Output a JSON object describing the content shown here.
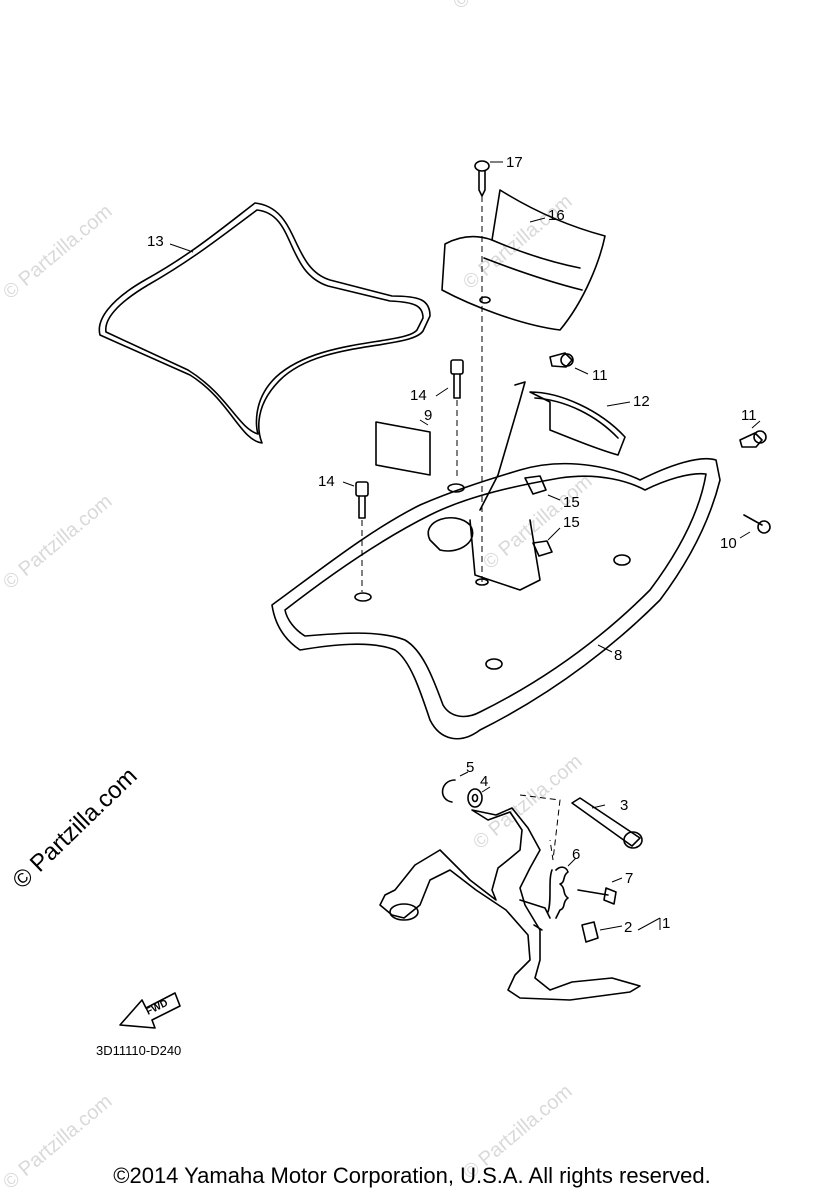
{
  "watermark": {
    "small": "© Partzilla.com",
    "large": "© Partzilla.com"
  },
  "callouts": {
    "c1": "1",
    "c2": "2",
    "c3": "3",
    "c4": "4",
    "c5": "5",
    "c6": "6",
    "c7": "7",
    "c8": "8",
    "c9": "9",
    "c10": "10",
    "c11a": "11",
    "c11b": "11",
    "c12": "12",
    "c13": "13",
    "c14a": "14",
    "c14b": "14",
    "c15a": "15",
    "c15b": "15",
    "c16": "16",
    "c17": "17"
  },
  "fwd_label": "FWD",
  "diagram_code": "3D11110-D240",
  "copyright": "©2014 Yamaha Motor Corporation, U.S.A. All rights reserved."
}
